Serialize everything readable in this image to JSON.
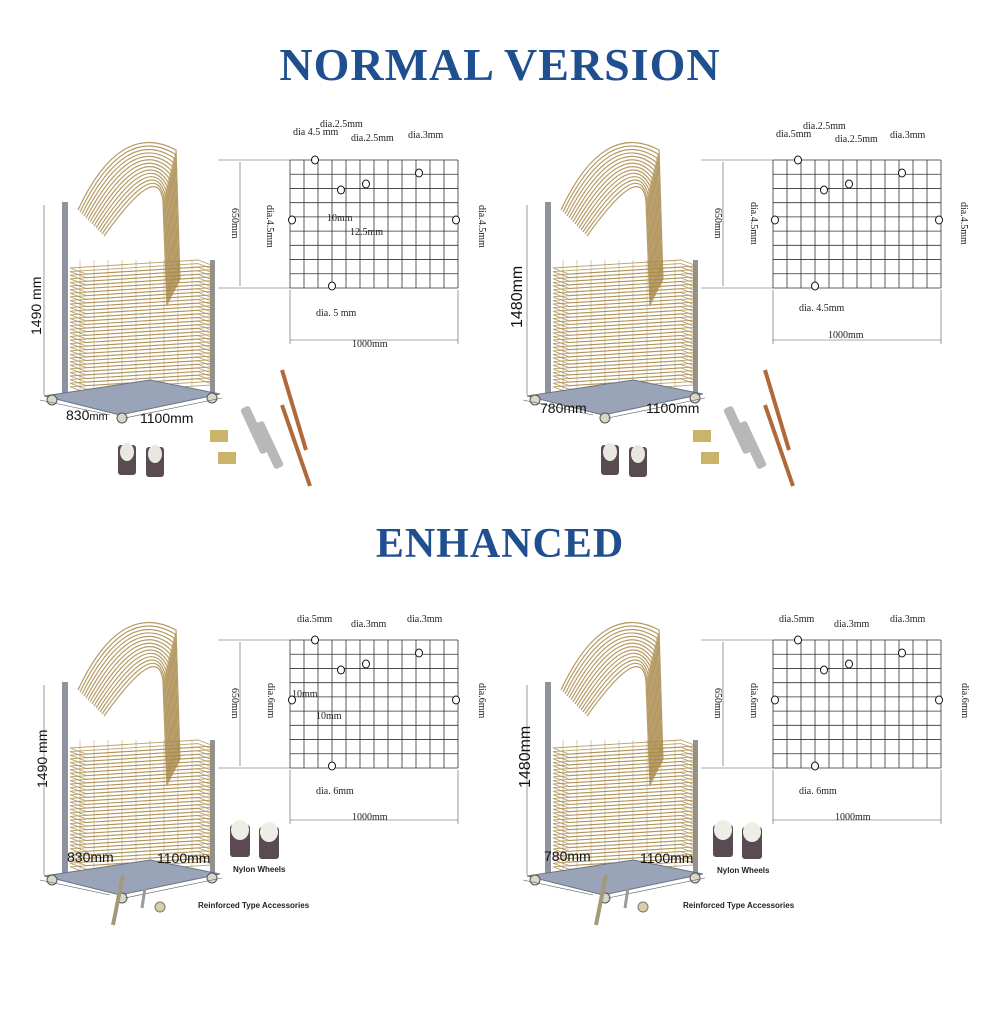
{
  "headings": {
    "normal": "NORMAL  VERSION",
    "enhanced": "ENHANCED"
  },
  "colors": {
    "heading": "#1f4f8f",
    "frame": "#a88a4a",
    "base": "#9aa4b8",
    "grid": "#333333"
  },
  "normal_left": {
    "height": "1490",
    "height_unit": "mm",
    "depth": "830",
    "depth_unit": "mm",
    "width_label": "1100mm",
    "grid": {
      "height_label": "650mm",
      "width_label": "1000mm",
      "top_a": "dia 4.5 mm",
      "top_b": "dia.2.5mm",
      "top_c": "dia.2.5mm",
      "top_d": "dia.3mm",
      "left": "dia.4.5mm",
      "right": "dia.4.5mm",
      "bottom": "dia.  5 mm",
      "spacing_a": "10mm",
      "spacing_b": "12.5mm"
    }
  },
  "normal_right": {
    "height_label": "1480mm",
    "depth_label": "780mm",
    "width_label": "1100mm",
    "grid": {
      "height_label": "650mm",
      "width_label": "1000mm",
      "top_a": "dia.5mm",
      "top_b": "dia.2.5mm",
      "top_c": "dia.2.5mm",
      "top_d": "dia.3mm",
      "left": "dia.4.5mm",
      "right": "dia.4.5mm",
      "bottom": "dia. 4.5mm"
    }
  },
  "enhanced_left": {
    "height": "1490",
    "height_unit": "mm",
    "depth_label": "830mm",
    "width_label": "1100mm",
    "wheels_label": "Nylon Wheels",
    "accessories_label": "Reinforced Type Accessories",
    "grid": {
      "height_label": "650mm",
      "width_label": "1000mm",
      "top_a": "dia.5mm",
      "top_c": "dia.3mm",
      "top_d": "dia.3mm",
      "left": "dia.6mm",
      "right": "dia.6mm",
      "bottom": "dia. 6mm",
      "spacing_a": "10mm",
      "spacing_b": "10mm"
    }
  },
  "enhanced_right": {
    "height_label": "1480mm",
    "depth_label": "780mm",
    "width_label": "1100mm",
    "wheels_label": "Nylon Wheels",
    "accessories_label": "Reinforced Type Accessories",
    "grid": {
      "height_label": "650mm",
      "width_label": "1000mm",
      "top_a": "dia.5mm",
      "top_c": "dia.3mm",
      "top_d": "dia.3mm",
      "left": "dia.6mm",
      "right": "dia.6mm",
      "bottom": "dia. 6mm"
    }
  }
}
